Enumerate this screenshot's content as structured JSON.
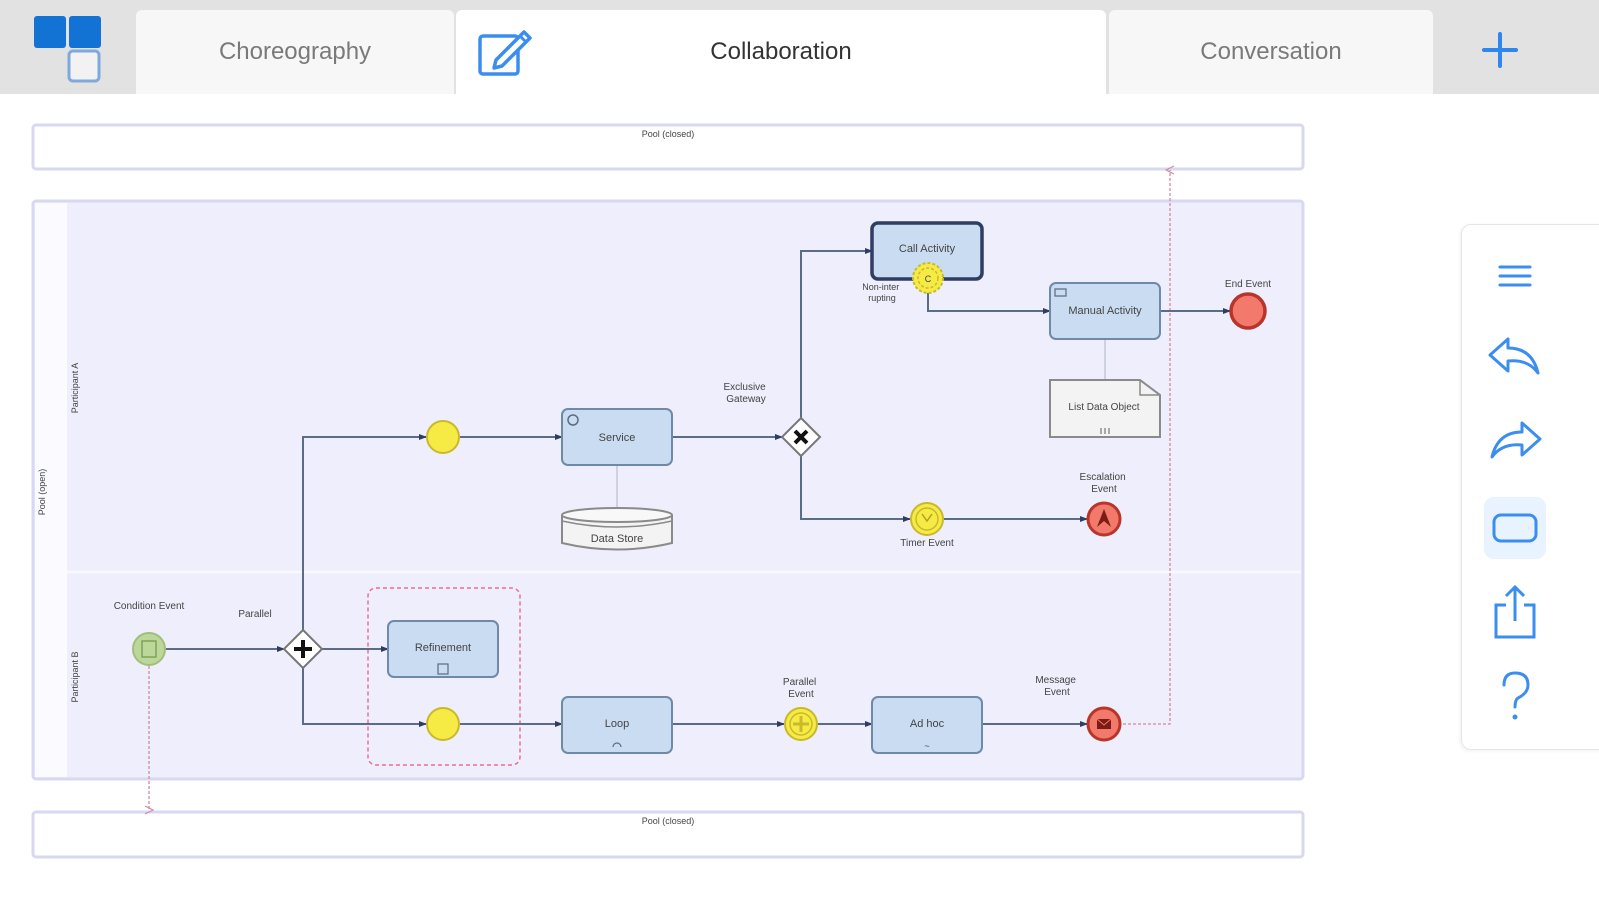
{
  "header": {
    "logo_icon": "app-grid-logo-icon",
    "tabs": [
      {
        "label": "Choreography",
        "active": false
      },
      {
        "label": "Collaboration",
        "active": true,
        "icon": "edit-icon"
      },
      {
        "label": "Conversation",
        "active": false
      }
    ],
    "add_tab_icon": "plus-icon"
  },
  "diagram": {
    "pools": {
      "top_closed": "Pool (closed)",
      "open": "Pool (open)",
      "bottom_closed": "Pool (closed)"
    },
    "lanes": [
      "Participant A",
      "Participant B"
    ],
    "elements": {
      "condition_event": "Condition Event",
      "parallel_gateway": "Parallel",
      "service": "Service",
      "data_store": "Data Store",
      "exclusive_gateway": "Exclusive Gateway",
      "call_activity": "Call Activity",
      "non_interrupting": "Non-interrupting",
      "manual_activity": "Manual Activity",
      "end_event": "End Event",
      "list_data_object": "List Data Object",
      "timer_event": "Timer Event",
      "escalation_event": "Escalation Event",
      "refinement": "Refinement",
      "loop": "Loop",
      "parallel_event": "Parallel Event",
      "ad_hoc": "Ad hoc",
      "message_event": "Message Event"
    },
    "colors": {
      "task_fill": "#c9dcf2",
      "task_stroke": "#6f89a9",
      "intermediate_event": "#f4e94e",
      "end_event": "#f2796b",
      "start_event": "#bcd79a",
      "pool_fill": "#eeeefc",
      "flow": "#5a6c86"
    }
  },
  "toolbar": {
    "items": [
      {
        "name": "menu",
        "icon": "menu-icon"
      },
      {
        "name": "undo",
        "icon": "undo-icon"
      },
      {
        "name": "redo",
        "icon": "redo-icon"
      },
      {
        "name": "shape",
        "icon": "rectangle-icon",
        "selected": true
      },
      {
        "name": "share",
        "icon": "share-icon"
      },
      {
        "name": "help",
        "icon": "help-icon"
      }
    ],
    "accent": "#3b8ef0"
  }
}
